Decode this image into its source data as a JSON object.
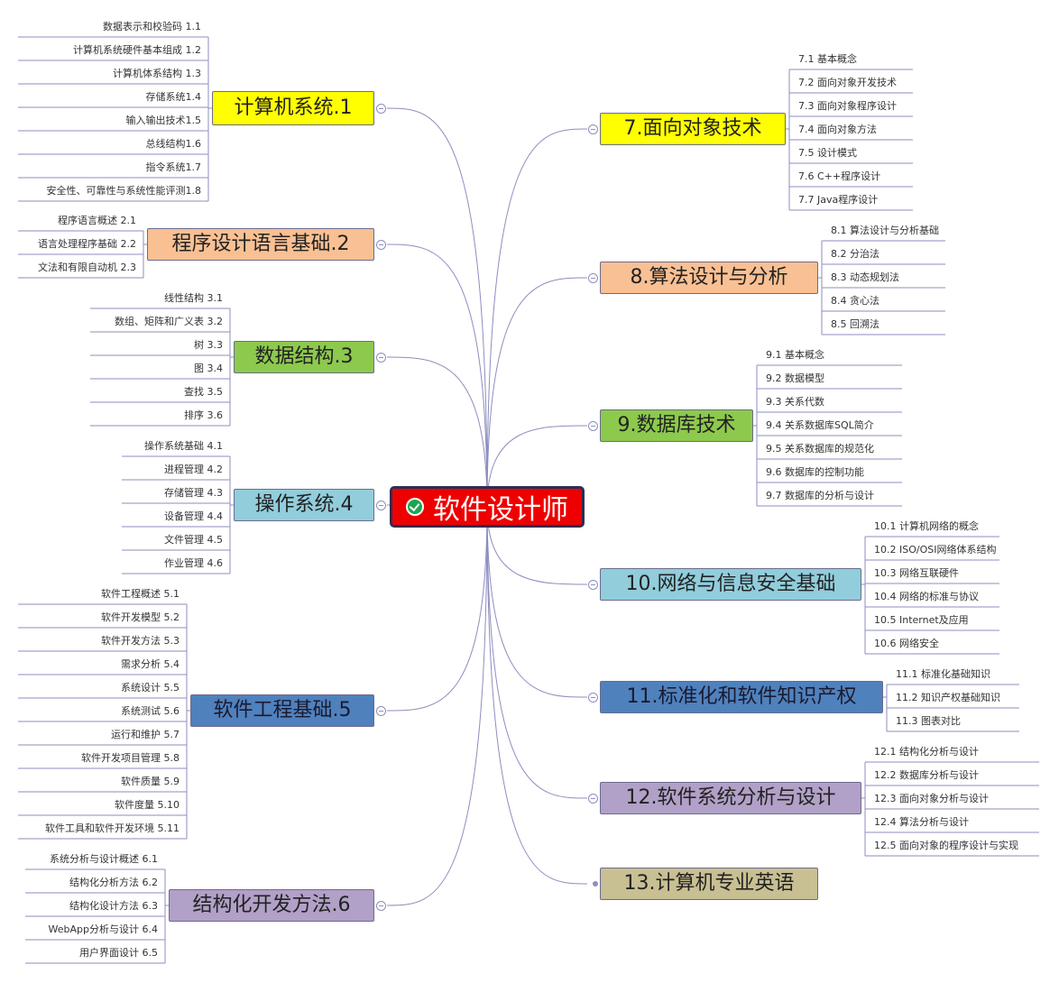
{
  "root": {
    "title": "软件设计师",
    "icon": "check-circle-icon",
    "color": "#ee0000"
  },
  "line_color": "#8d8dc0",
  "left": [
    {
      "label": "计算机系统.1",
      "color": "#ffff00",
      "items": [
        "数据表示和校验码 1.1",
        "计算机系统硬件基本组成 1.2",
        "计算机体系结构 1.3",
        "存储系统1.4",
        "输入输出技术1.5",
        "总线结构1.6",
        "指令系统1.7",
        "安全性、可靠性与系统性能评测1.8"
      ]
    },
    {
      "label": "程序设计语言基础.2",
      "color": "#f9c093",
      "items": [
        "程序语言概述 2.1",
        "语言处理程序基础 2.2",
        "文法和有限自动机 2.3"
      ]
    },
    {
      "label": "数据结构.3",
      "color": "#8dc94d",
      "items": [
        "线性结构 3.1",
        "数组、矩阵和广义表 3.2",
        "树 3.3",
        "图 3.4",
        "查找 3.5",
        "排序 3.6"
      ]
    },
    {
      "label": "操作系统.4",
      "color": "#92cddc",
      "items": [
        "操作系统基础 4.1",
        "进程管理 4.2",
        "存储管理 4.3",
        "设备管理 4.4",
        "文件管理 4.5",
        "作业管理 4.6"
      ]
    },
    {
      "label": "软件工程基础.5",
      "color": "#4f81bd",
      "items": [
        "软件工程概述 5.1",
        "软件开发模型 5.2",
        "软件开发方法 5.3",
        "需求分析 5.4",
        "系统设计 5.5",
        "系统测试 5.6",
        "运行和维护 5.7",
        "软件开发项目管理 5.8",
        "软件质量 5.9",
        "软件度量 5.10",
        "软件工具和软件开发环境 5.11"
      ]
    },
    {
      "label": "结构化开发方法.6",
      "color": "#b1a0c7",
      "items": [
        "系统分析与设计概述 6.1",
        "结构化分析方法 6.2",
        "结构化设计方法 6.3",
        "WebApp分析与设计 6.4",
        "用户界面设计 6.5"
      ]
    }
  ],
  "right": [
    {
      "label": "7.面向对象技术",
      "color": "#ffff00",
      "items": [
        "7.1 基本概念",
        "7.2 面向对象开发技术",
        "7.3 面向对象程序设计",
        "7.4 面向对象方法",
        "7.5 设计模式",
        "7.6 C++程序设计",
        "7.7 Java程序设计"
      ]
    },
    {
      "label": "8.算法设计与分析",
      "color": "#f9c093",
      "items": [
        "8.1 算法设计与分析基础",
        "8.2 分治法",
        "8.3 动态规划法",
        "8.4 贪心法",
        "8.5 回溯法"
      ]
    },
    {
      "label": "9.数据库技术",
      "color": "#8dc94d",
      "items": [
        "9.1 基本概念",
        "9.2 数据模型",
        "9.3 关系代数",
        "9.4 关系数据库SQL简介",
        "9.5 关系数据库的规范化",
        "9.6 数据库的控制功能",
        "9.7 数据库的分析与设计"
      ]
    },
    {
      "label": "10.网络与信息安全基础",
      "color": "#92cddc",
      "items": [
        "10.1 计算机网络的概念",
        "10.2 ISO/OSI网络体系结构",
        "10.3 网络互联硬件",
        "10.4 网络的标准与协议",
        "10.5 Internet及应用",
        "10.6 网络安全"
      ]
    },
    {
      "label": "11.标准化和软件知识产权",
      "color": "#4f81bd",
      "items": [
        "11.1 标准化基础知识",
        "11.2 知识产权基础知识",
        "11.3 图表对比"
      ]
    },
    {
      "label": "12.软件系统分析与设计",
      "color": "#b1a0c7",
      "items": [
        "12.1 结构化分析与设计",
        "12.2 数据库分析与设计",
        "12.3 面向对象分析与设计",
        "12.4 算法分析与设计",
        "12.5 面向对象的程序设计与实现"
      ]
    },
    {
      "label": "13.计算机专业英语",
      "color": "#c8bf92",
      "items": []
    }
  ]
}
